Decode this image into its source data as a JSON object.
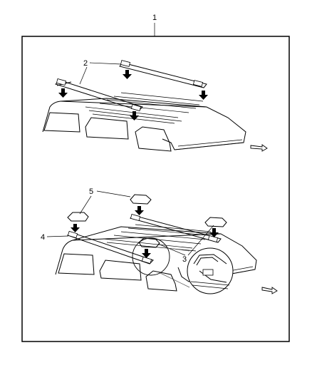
{
  "diagram": {
    "callouts": {
      "assembly": "1",
      "crossbar": "2",
      "end_cap": "3",
      "side_rail": "4",
      "cover": "5"
    },
    "arrow_icon": "front-direction-arrow-icon",
    "detail_icon": "magnifier-circle-icon"
  }
}
